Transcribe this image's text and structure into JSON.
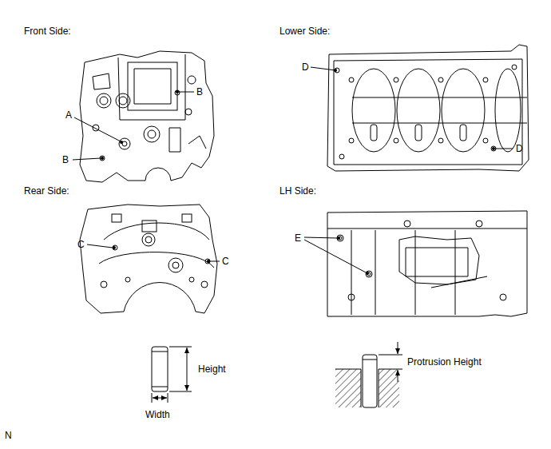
{
  "diagram": {
    "labels": [
      "Front Side:",
      "Lower Side:",
      "D",
      "B",
      "A",
      "B",
      "D",
      "Rear Side:",
      "LH Side:",
      "E",
      "C",
      "C",
      "Height",
      "Protrusion Height",
      "Width",
      "N"
    ]
  }
}
